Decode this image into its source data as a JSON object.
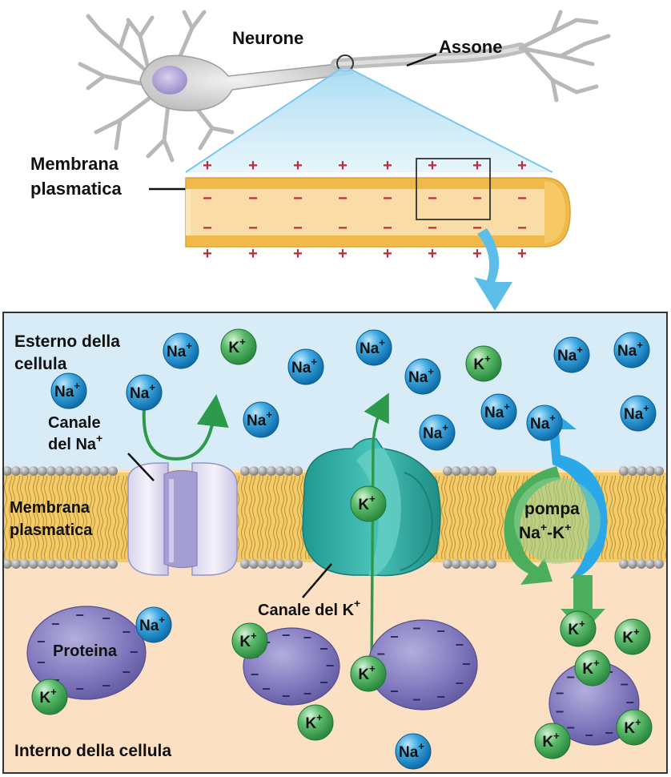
{
  "labels": {
    "neurone": "Neurone",
    "assone": "Assone",
    "membrana_top_1": "Membrana",
    "membrana_top_2": "plasmatica",
    "esterno_1": "Esterno della",
    "esterno_2": "cellula",
    "canale_na_1": "Canale",
    "canale_na_2": "del Na",
    "membrana_mid_1": "Membrana",
    "membrana_mid_2": "plasmatica",
    "canale_k": "Canale del K",
    "pompa_1": "pompa",
    "pompa_2a": "Na",
    "pompa_2b": "-K",
    "proteina": "Proteina",
    "interno": "Interno della cellula",
    "superscript_plus": "+"
  },
  "ions": {
    "na": "Na",
    "k": "K",
    "charge": "+"
  },
  "symbols": {
    "plus": "+",
    "minus": "−"
  },
  "colors": {
    "extracellular": "#d8ecf8",
    "intracellular": "#fbe0c4",
    "membrane": "#f0c462",
    "na_ion": "#1f95d6",
    "k_ion": "#3fae58",
    "na_channel": "#e6e3f2",
    "k_channel": "#2fb0a8",
    "pump_green": "#4cae5c",
    "pump_blue": "#2aa8e8",
    "protein": "#7e74b8",
    "plus_sign": "#c0283c",
    "axon_fill": "#f8d9a0"
  }
}
